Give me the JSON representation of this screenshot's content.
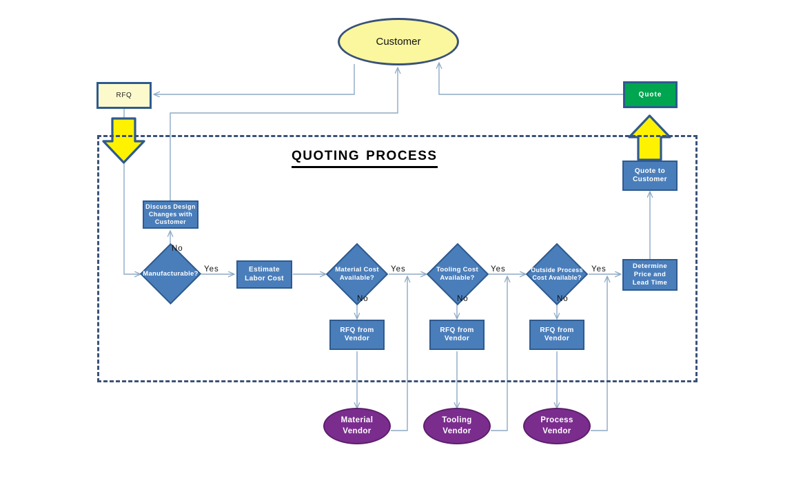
{
  "diagram": {
    "title": "Quoting Process",
    "type": "flowchart",
    "boundary_label": "Quoting Process"
  },
  "nodes": {
    "customer": {
      "label": "Customer",
      "shape": "ellipse",
      "fill": "#FAF79F",
      "border": "#3A5277"
    },
    "rfq": {
      "label": "RFQ",
      "shape": "rectangle",
      "fill": "#FCFACD",
      "border": "#2E5A8E"
    },
    "quote": {
      "label": "Quote",
      "shape": "rectangle",
      "fill": "#00A550",
      "border": "#2E5A8E"
    },
    "quote_to_customer": {
      "label": "Quote to Customer",
      "line1": "Quote to",
      "line2": "Customer",
      "shape": "rectangle",
      "fill": "#4A7EBB"
    },
    "discuss_design": {
      "label": "Discuss Design Changes with Customer",
      "line1": "Discuss Design",
      "line2": "Changes with",
      "line3": "Customer",
      "shape": "rectangle",
      "fill": "#4A7EBB"
    },
    "manufacturable": {
      "label": "Manufacturable?",
      "shape": "diamond",
      "fill": "#4A7EBB"
    },
    "estimate_labor": {
      "label": "Estimate Labor Cost",
      "line1": "Estimate",
      "line2": "Labor Cost",
      "shape": "rectangle",
      "fill": "#4A7EBB"
    },
    "material_cost": {
      "label": "Material Cost Available?",
      "line1": "Material Cost",
      "line2": "Available?",
      "shape": "diamond",
      "fill": "#4A7EBB"
    },
    "tooling_cost": {
      "label": "Tooling Cost Available?",
      "line1": "Tooling Cost",
      "line2": "Available?",
      "shape": "diamond",
      "fill": "#4A7EBB"
    },
    "outside_process_cost": {
      "label": "Outside Process Cost Available?",
      "line1": "Outside Process",
      "line2": "Cost Available?",
      "shape": "diamond",
      "fill": "#4A7EBB"
    },
    "determine_price": {
      "label": "Determine Price and Lead Time",
      "line1": "Determine",
      "line2": "Price and",
      "line3": "Lead Time",
      "shape": "rectangle",
      "fill": "#4A7EBB"
    },
    "rfq_vendor_material": {
      "label": "RFQ from Vendor",
      "line1": "RFQ from",
      "line2": "Vendor",
      "shape": "rectangle",
      "fill": "#4A7EBB"
    },
    "rfq_vendor_tooling": {
      "label": "RFQ from Vendor",
      "line1": "RFQ from",
      "line2": "Vendor",
      "shape": "rectangle",
      "fill": "#4A7EBB"
    },
    "rfq_vendor_process": {
      "label": "RFQ from Vendor",
      "line1": "RFQ from",
      "line2": "Vendor",
      "shape": "rectangle",
      "fill": "#4A7EBB"
    },
    "material_vendor": {
      "label": "Material Vendor",
      "line1": "Material",
      "line2": "Vendor",
      "shape": "ellipse",
      "fill": "#7B2D8E"
    },
    "tooling_vendor": {
      "label": "Tooling Vendor",
      "line1": "Tooling",
      "line2": "Vendor",
      "shape": "ellipse",
      "fill": "#7B2D8E"
    },
    "process_vendor": {
      "label": "Process Vendor",
      "line1": "Process",
      "line2": "Vendor",
      "shape": "ellipse",
      "fill": "#7B2D8E"
    }
  },
  "edge_labels": {
    "manufacturable_no": "No",
    "manufacturable_yes": "Yes",
    "material_yes": "Yes",
    "material_no": "No",
    "tooling_yes": "Yes",
    "tooling_no": "No",
    "outside_yes": "Yes",
    "outside_no": "No"
  },
  "colors": {
    "process_fill": "#4A7EBB",
    "process_border": "#2E5A8E",
    "customer_fill": "#FAF79F",
    "quote_fill": "#00A550",
    "vendor_fill": "#7B2D8E",
    "big_arrow_fill": "#FFF200",
    "big_arrow_border": "#2E5A8E",
    "connector": "#8DA9C4",
    "boundary": "#3A5277"
  }
}
